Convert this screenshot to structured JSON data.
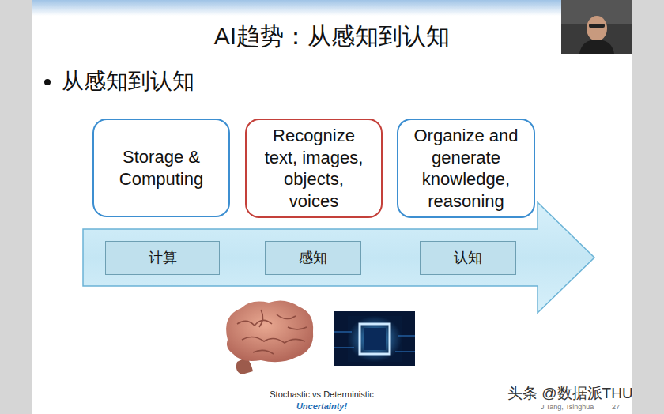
{
  "diagram": {
    "title": "AI趋势：从感知到认知",
    "nodes": [
      {
        "text": [
          "Storage & Computing"
        ]
      },
      {
        "text": [
          "Recognize text, images, objects, voices"
        ]
      },
      {
        "text": [
          "Organize and generate knowledge, reasoning"
        ]
      },
      {
        "text": [
          "计算"
        ]
      },
      {
        "text": [
          "感知"
        ]
      },
      {
        "text": [
          "认知"
        ]
      }
    ],
    "labels": [
      "从感知到认知",
      "Stochastic vs Deterministic",
      "Uncertainty!",
      "J Tang, Tsinghua",
      "27",
      "头条 @数据派THU"
    ]
  }
}
